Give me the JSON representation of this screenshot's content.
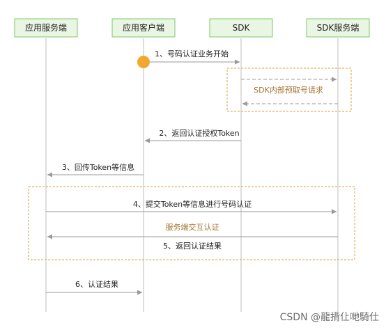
{
  "actors": [
    {
      "id": "app_server",
      "label": "应用服务端"
    },
    {
      "id": "app_client",
      "label": "应用客户端"
    },
    {
      "id": "sdk",
      "label": "SDK"
    },
    {
      "id": "sdk_server",
      "label": "SDK服务端"
    }
  ],
  "messages": [
    {
      "label": "1、号码认证业务开始",
      "from": "app_client",
      "to": "sdk"
    },
    {
      "label": "SDK内部预取号请求",
      "from": "sdk",
      "to": "sdk_server",
      "style": "dashed-roundtrip"
    },
    {
      "label": "2、返回认证授权Token",
      "from": "sdk",
      "to": "app_client"
    },
    {
      "label": "3、回传Token等信息",
      "from": "app_client",
      "to": "app_server"
    },
    {
      "label": "4、提交Token等信息进行号码认证",
      "from": "app_server",
      "to": "sdk_server"
    },
    {
      "label": "服务端交互认证",
      "from": "sdk_server",
      "to": "app_server",
      "style": "annotation"
    },
    {
      "label": "5、返回认证结果",
      "from": "sdk_server",
      "to": "app_server"
    },
    {
      "label": "6、认证结果",
      "from": "app_server",
      "to": "app_client"
    }
  ],
  "colors": {
    "actor_fill": "#eaf6e4",
    "actor_border": "#7cc86a",
    "frame_border": "#d8a23a",
    "annotation_text": "#a87432",
    "start_dot": "#f0a830",
    "arrow": "#9a9a9a"
  },
  "watermark": "CSDN @龍揹仩哋騎仕"
}
